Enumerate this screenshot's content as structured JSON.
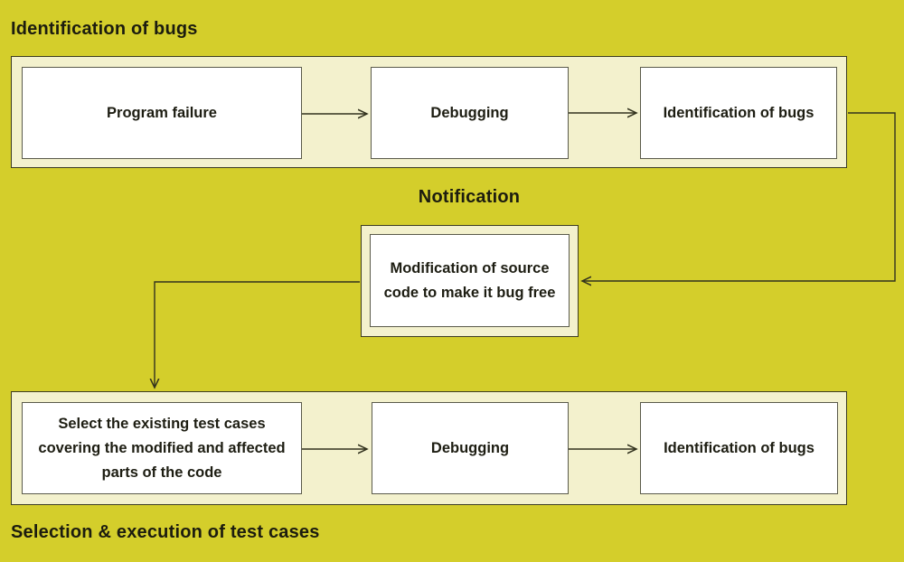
{
  "titles": {
    "top": "Identification of bugs",
    "middle": "Notification",
    "bottom": "Selection & execution of test cases"
  },
  "top_row": {
    "boxes": [
      {
        "label": "Program failure"
      },
      {
        "label": "Debugging"
      },
      {
        "label": "Identification of bugs"
      }
    ]
  },
  "middle_box": {
    "label": "Modification of source code to make it bug free"
  },
  "bottom_row": {
    "boxes": [
      {
        "label": "Select the existing test cases covering the modified and affected parts of the code"
      },
      {
        "label": "Debugging"
      },
      {
        "label": "Identification of bugs"
      }
    ]
  },
  "colors": {
    "background": "#d4ce2b",
    "band_fill": "#f3f1cd",
    "node_fill": "#ffffff",
    "band_border": "#3c3c20",
    "node_border": "#5a5a4a",
    "connector": "#32321e",
    "text": "#1d1d12"
  }
}
